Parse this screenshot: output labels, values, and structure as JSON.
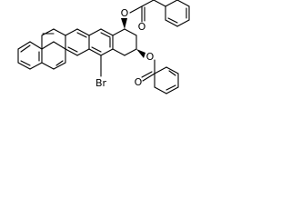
{
  "molecule": {
    "atom_labels": {
      "ester_o_upper": "O",
      "ester_o_lower": "O",
      "carbonyl_o_upper": "O",
      "carbonyl_o_lower": "O",
      "bromine": "Br"
    }
  }
}
